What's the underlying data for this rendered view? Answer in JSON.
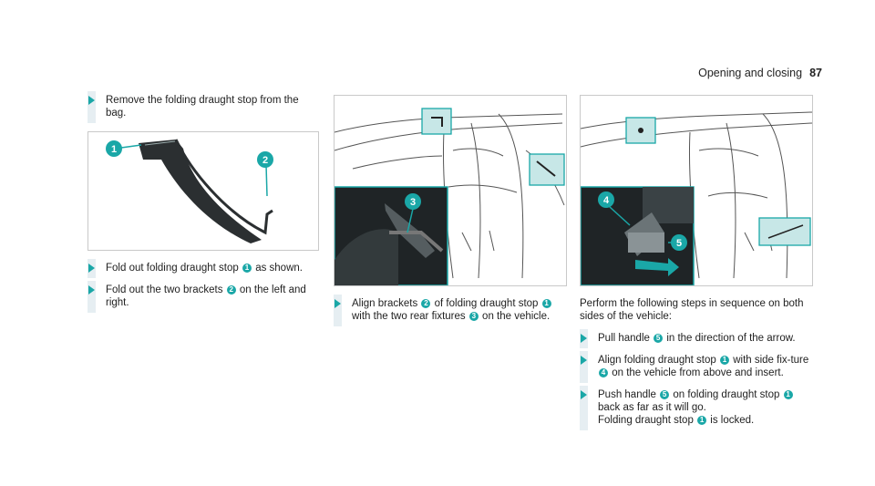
{
  "header": {
    "section": "Opening and closing",
    "page": "87"
  },
  "col1": {
    "step1": "Remove the folding draught stop from the bag.",
    "step2_a": "Fold out folding draught stop",
    "step2_n1": "1",
    "step2_b": "as shown.",
    "step3_a": "Fold out the two brackets",
    "step3_n2": "2",
    "step3_b": "on the left and right."
  },
  "figure1": {
    "callout1": "1",
    "callout2": "2"
  },
  "figure2": {
    "callout3": "3"
  },
  "figure3": {
    "callout4": "4",
    "callout5": "5"
  },
  "col2": {
    "a": "Align brackets",
    "n2": "2",
    "b": "of folding draught stop",
    "n1": "1",
    "c": "with the two rear fixtures",
    "n3": "3",
    "d": "on the vehicle."
  },
  "col3": {
    "intro": "Perform the following steps in sequence on both sides of the vehicle:",
    "s1_a": "Pull handle",
    "s1_n5": "5",
    "s1_b": "in the direction of the arrow.",
    "s2_a": "Align folding draught stop",
    "s2_n1": "1",
    "s2_b": "with side fix-ture",
    "s2_n4": "4",
    "s2_c": "on the vehicle from above and insert.",
    "s3_a": "Push handle",
    "s3_n5": "5",
    "s3_b": "on folding draught stop",
    "s3_n1": "1",
    "s3_c": "back as far as it will go.",
    "s3_d": "Folding draught stop",
    "s3_n1b": "1",
    "s3_e": "is locked."
  },
  "colors": {
    "accent": "#1aa7a7",
    "panel": "#1f2426",
    "callout_bg": "#ffffff"
  }
}
